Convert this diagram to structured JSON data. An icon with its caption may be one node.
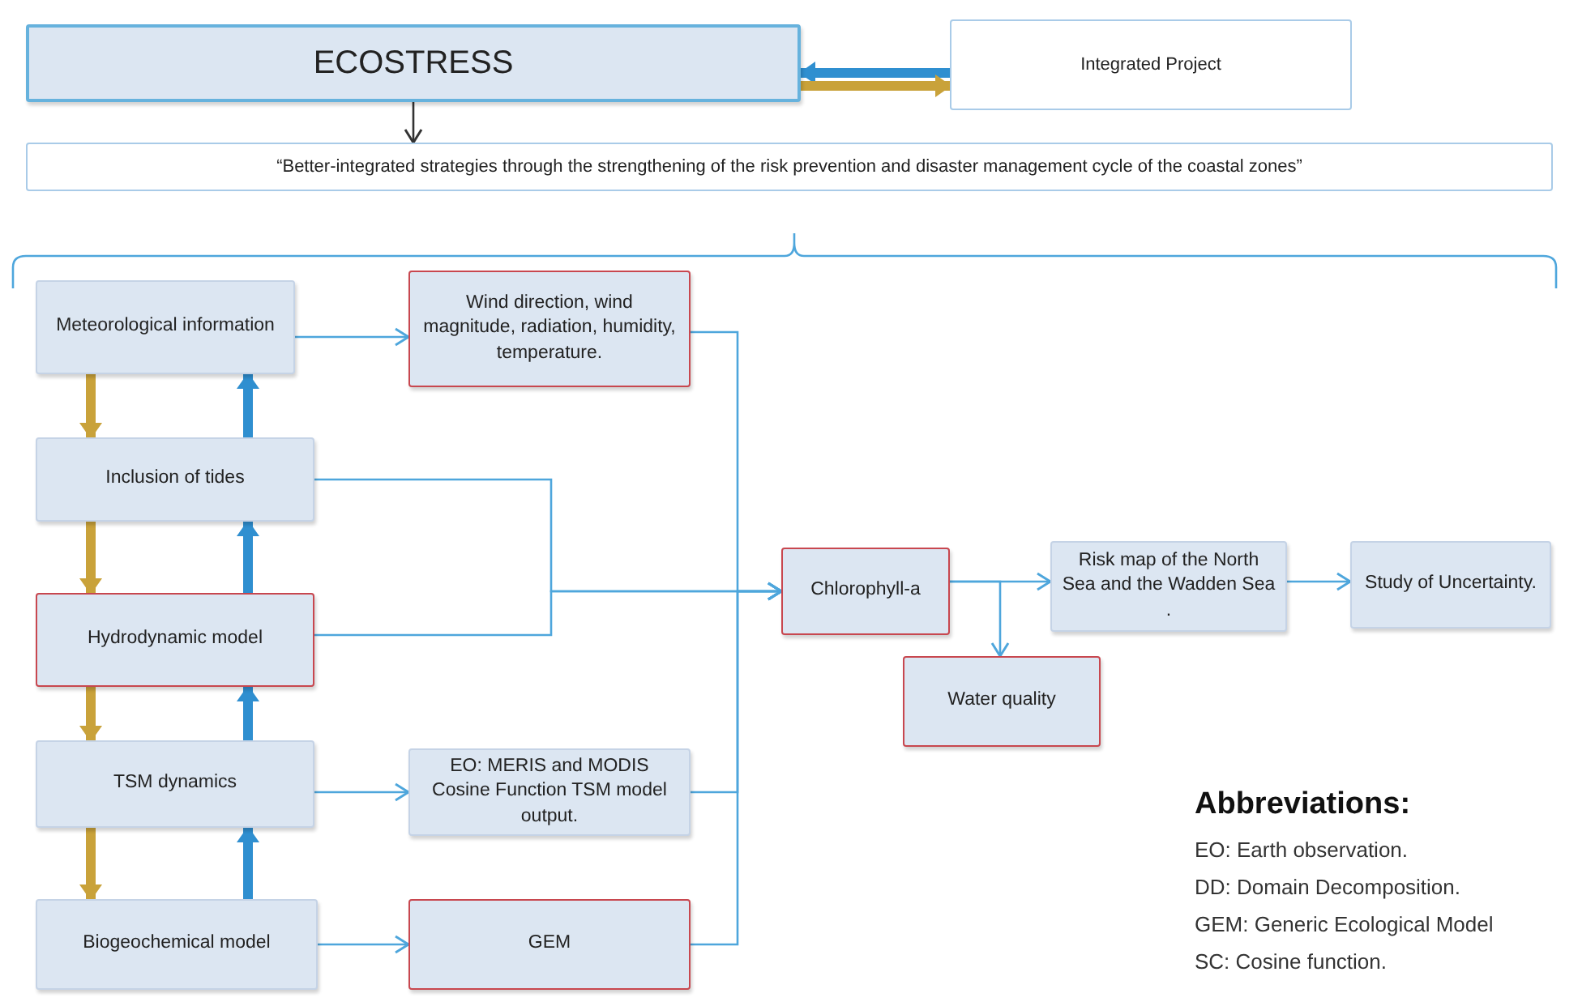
{
  "diagram": {
    "nodes": [
      {
        "text": [
          "ECOSTRESS"
        ]
      },
      {
        "text": [
          "Integrated Project"
        ]
      },
      {
        "text": [
          "“Better-integrated strategies through the strengthening of the risk prevention and disaster management cycle of the coastal zones”"
        ]
      },
      {
        "text": [
          "Meteorological information"
        ]
      },
      {
        "text": [
          "Wind direction, wind magnitude, radiation, humidity, temperature."
        ]
      },
      {
        "text": [
          "Inclusion of tides"
        ]
      },
      {
        "text": [
          "Hydrodynamic model"
        ]
      },
      {
        "text": [
          "TSM dynamics"
        ]
      },
      {
        "text": [
          "EO: MERIS and MODIS Cosine Function TSM model output."
        ]
      },
      {
        "text": [
          "Biogeochemical model"
        ]
      },
      {
        "text": [
          "GEM"
        ]
      },
      {
        "text": [
          "Chlorophyll-a"
        ]
      },
      {
        "text": [
          "Risk map of the North Sea and the Wadden Sea ."
        ]
      },
      {
        "text": [
          "Study of Uncertainty."
        ]
      },
      {
        "text": [
          "Water quality"
        ]
      }
    ],
    "edges": [
      {
        "from": 1,
        "to": 0,
        "arrow": "to",
        "style": "thick",
        "color": "#2f8fd0"
      },
      {
        "from": 0,
        "to": 1,
        "arrow": "to",
        "style": "thick",
        "color": "#c9a23a"
      },
      {
        "from": 0,
        "to": 2,
        "arrow": "to",
        "color": "#333333"
      },
      {
        "from": 3,
        "to": 4,
        "arrow": "to"
      },
      {
        "from": 3,
        "to": 5,
        "arrow": "to",
        "style": "thick",
        "color": "#c9a23a"
      },
      {
        "from": 5,
        "to": 3,
        "arrow": "to",
        "style": "thick",
        "color": "#2f8fd0"
      },
      {
        "from": 5,
        "to": 6,
        "arrow": "to",
        "style": "thick",
        "color": "#c9a23a"
      },
      {
        "from": 6,
        "to": 5,
        "arrow": "to",
        "style": "thick",
        "color": "#2f8fd0"
      },
      {
        "from": 6,
        "to": 7,
        "arrow": "to",
        "style": "thick",
        "color": "#c9a23a"
      },
      {
        "from": 7,
        "to": 6,
        "arrow": "to",
        "style": "thick",
        "color": "#2f8fd0"
      },
      {
        "from": 7,
        "to": 9,
        "arrow": "to",
        "style": "thick",
        "color": "#c9a23a"
      },
      {
        "from": 9,
        "to": 7,
        "arrow": "to",
        "style": "thick",
        "color": "#2f8fd0"
      },
      {
        "from": 7,
        "to": 8,
        "arrow": "to"
      },
      {
        "from": 9,
        "to": 10,
        "arrow": "to"
      },
      {
        "from": 4,
        "to": 11,
        "arrow": "to"
      },
      {
        "from": 5,
        "to": 11,
        "arrow": "to"
      },
      {
        "from": 6,
        "to": 11,
        "arrow": "to"
      },
      {
        "from": 8,
        "to": 11,
        "arrow": "to"
      },
      {
        "from": 10,
        "to": 11,
        "arrow": "to"
      },
      {
        "from": 11,
        "to": 12,
        "arrow": "to"
      },
      {
        "from": 11,
        "to": 14,
        "arrow": "to"
      },
      {
        "from": 12,
        "to": 13,
        "arrow": "to"
      }
    ],
    "labels": [
      "Abbreviations:",
      "EO: Earth observation.",
      "DD: Domain Decomposition.",
      "GEM: Generic Ecological Model",
      "SC: Cosine function."
    ]
  }
}
